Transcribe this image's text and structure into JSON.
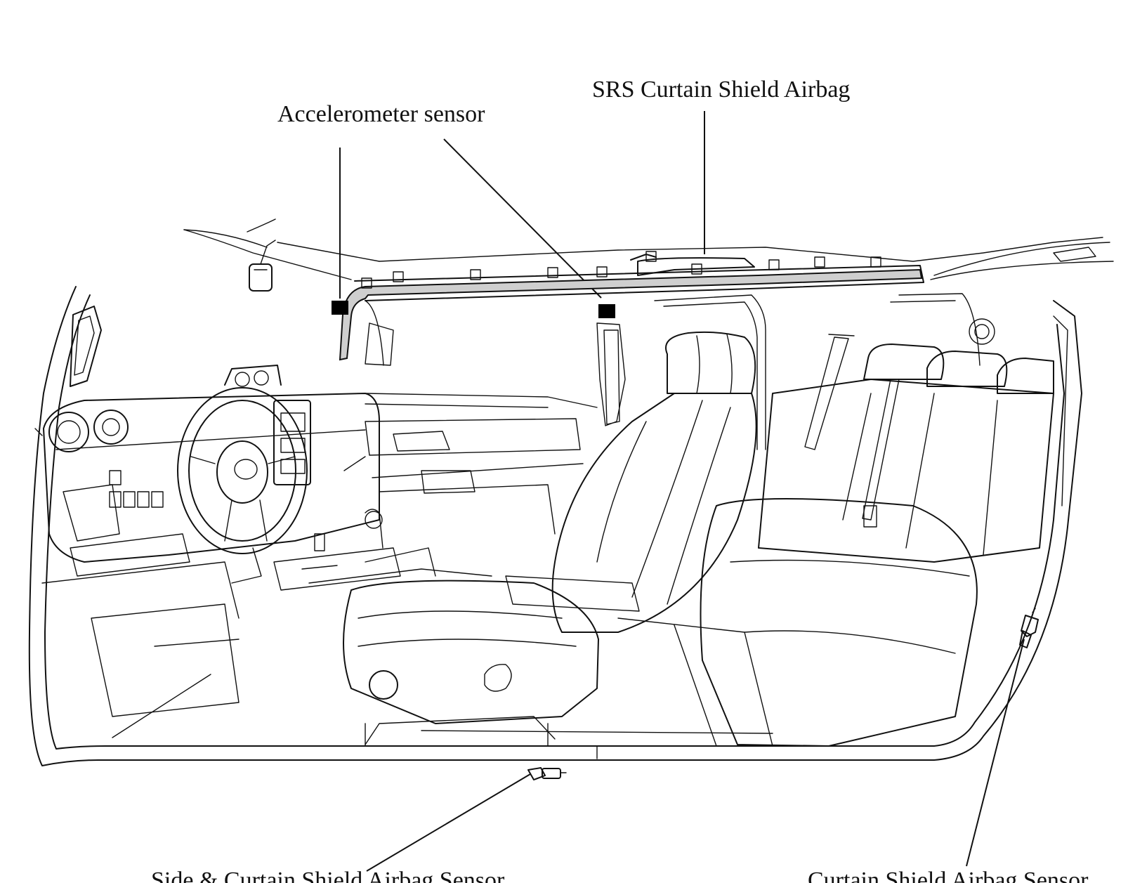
{
  "labels": {
    "srs_curtain_shield_airbag": "SRS Curtain Shield Airbag",
    "accelerometer_sensor": "Accelerometer sensor",
    "side_curtain_sensor": "Side & Curtain Shield Airbag Sensor",
    "curtain_shield_sensor": "Curtain Shield Airbag Sensor"
  },
  "colors": {
    "line": "#111111",
    "marker": "#000000",
    "airbag_fill": "#cfcfcf",
    "background": "#ffffff"
  }
}
